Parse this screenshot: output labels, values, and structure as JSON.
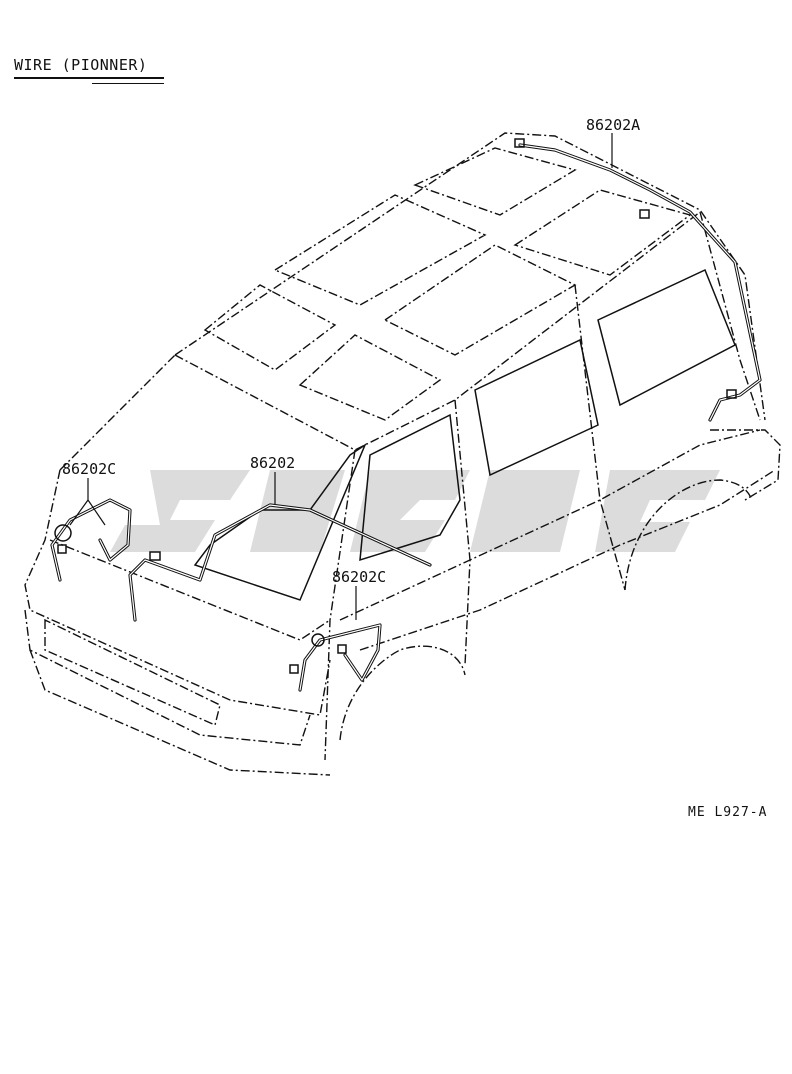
{
  "title": "WIRE (PIONNER)",
  "parts": [
    {
      "id": "part-86202a",
      "label": "86202A"
    },
    {
      "id": "part-86202c-front",
      "label": "86202C"
    },
    {
      "id": "part-86202",
      "label": "86202"
    },
    {
      "id": "part-86202c-side",
      "label": "86202C"
    }
  ],
  "drawing_code": "ME  L927-A"
}
